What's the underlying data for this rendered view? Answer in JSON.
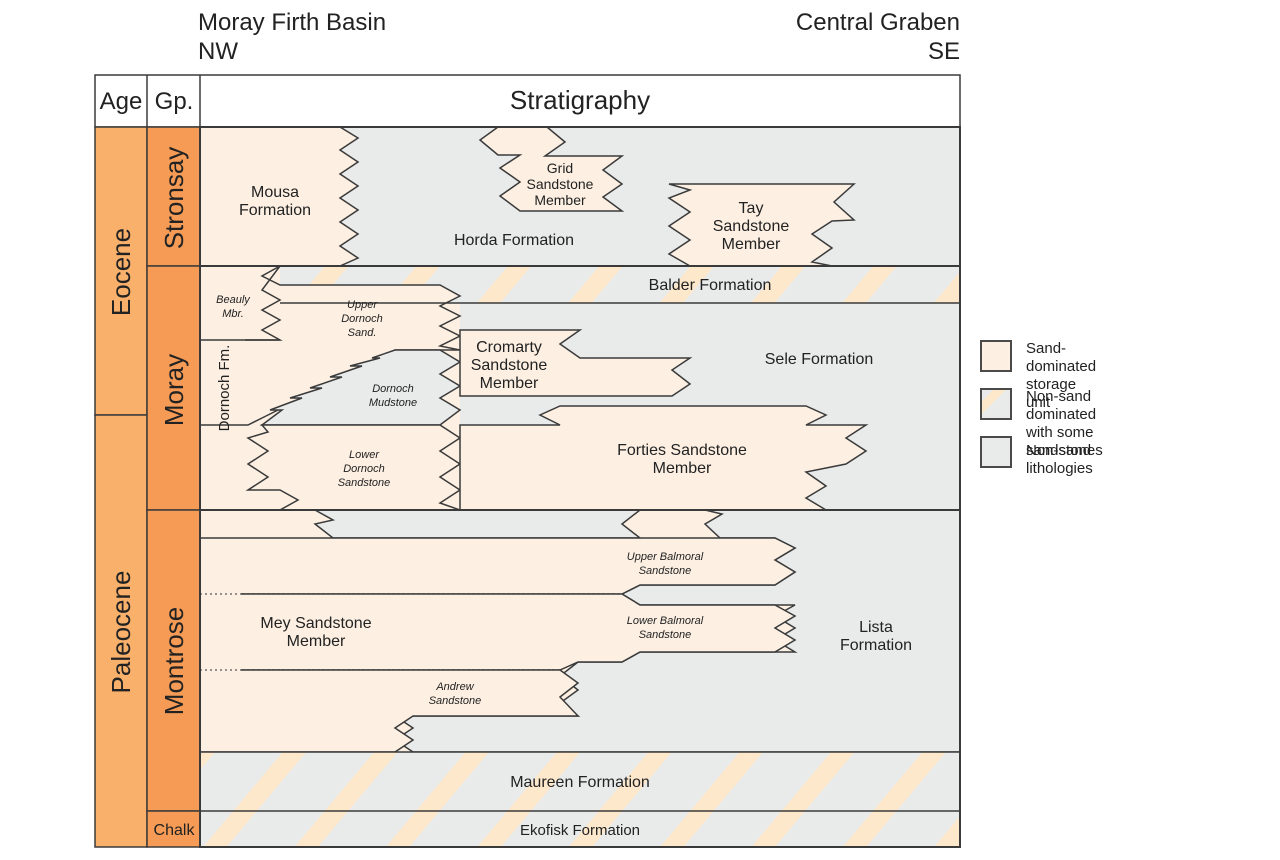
{
  "header": {
    "left_title": "Moray Firth Basin",
    "left_direction": "NW",
    "right_title": "Central Graben",
    "right_direction": "SE"
  },
  "columns": {
    "age": "Age",
    "group": "Gp.",
    "stratigraphy": "Stratigraphy"
  },
  "ages": [
    "Eocene",
    "Paleocene"
  ],
  "groups": [
    "Stronsay",
    "Moray",
    "Montrose",
    "Chalk"
  ],
  "formations": {
    "mousa": "Mousa Formation",
    "horda": "Horda Formation",
    "grid": "Grid Sandstone Member",
    "tay": "Tay Sandstone Member",
    "balder": "Balder Formation",
    "beauly": "Beauly Mbr.",
    "upper_dornoch": "Upper Dornoch Sand.",
    "dornoch_fm": "Dornoch Fm.",
    "dornoch_mudstone": "Dornoch Mudstone",
    "cromarty": "Cromarty Sandstone Member",
    "sele": "Sele Formation",
    "lower_dornoch": "Lower Dornoch Sandstone",
    "forties": "Forties Sandstone Member",
    "upper_balmoral": "Upper Balmoral Sandstone",
    "lower_balmoral": "Lower Balmoral Sandstone",
    "mey": "Mey Sandstone Member",
    "lista": "Lista Formation",
    "andrew": "Andrew Sandstone",
    "maureen": "Maureen Formation",
    "ekofisk": "Ekofisk Formation"
  },
  "legend": [
    {
      "label": "Sand-dominated storage unit",
      "line1": "Sand-dominated",
      "line2": "storage unit",
      "key": "sand"
    },
    {
      "label": "Non-sand dominated with some sandstones",
      "line1": "Non-sand dominated",
      "line2": "with some sandstones",
      "key": "mixed"
    },
    {
      "label": "Non-sand lithologies",
      "line1": "Non-sand lithologies",
      "line2": "",
      "key": "nonsand"
    }
  ],
  "colors": {
    "sand": "#fdf0e3",
    "nonsand": "#e9eaea",
    "stripe": "#fde8cc",
    "age_fill": "#f9b06b",
    "group_fill": "#f59b55",
    "line": "#3a3a3a"
  }
}
